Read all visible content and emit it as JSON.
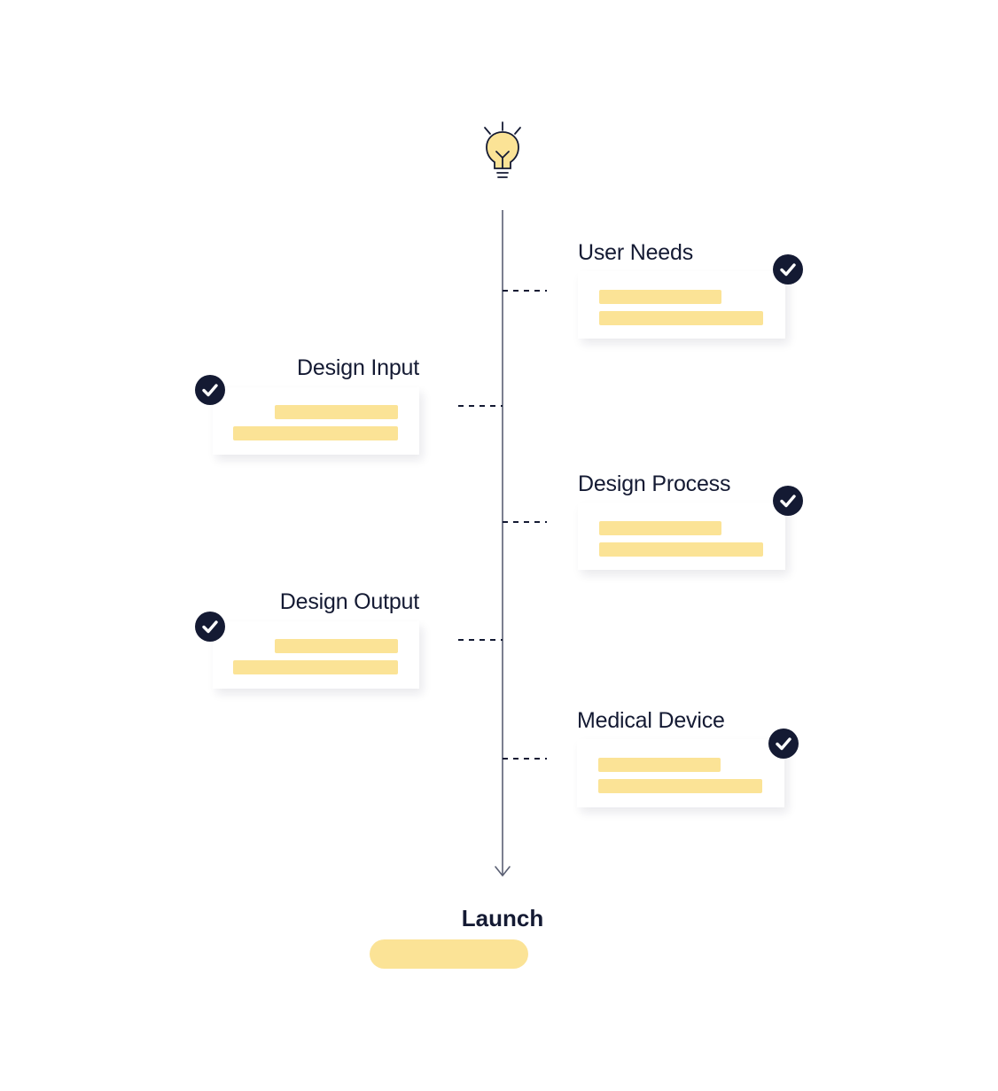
{
  "diagram": {
    "icon": "lightbulb-icon",
    "colors": {
      "ink": "#141a33",
      "placeholder": "#fbe396",
      "line": "#5a5f73"
    },
    "stages": [
      {
        "label": "User Needs",
        "side": "right",
        "completed": true
      },
      {
        "label": "Design Input",
        "side": "left",
        "completed": true
      },
      {
        "label": "Design Process",
        "side": "right",
        "completed": true
      },
      {
        "label": "Design Output",
        "side": "left",
        "completed": true
      },
      {
        "label": "Medical Device",
        "side": "right",
        "completed": true
      }
    ],
    "end": {
      "label": "Launch"
    }
  }
}
